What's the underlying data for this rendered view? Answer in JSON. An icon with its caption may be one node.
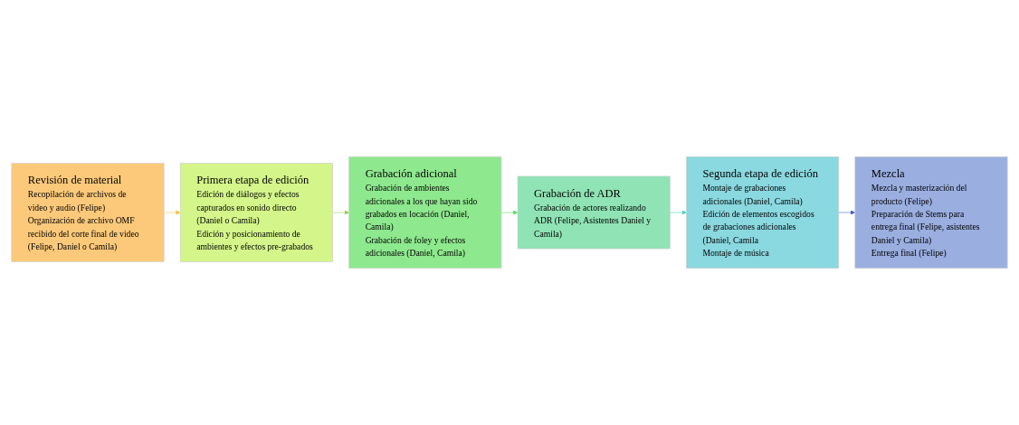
{
  "diagram": {
    "nodes": [
      {
        "text": [
          "Revisión de material",
          "Recopilación de archivos de video y audio (Felipe)",
          "Organización de archivo OMF recibido del corte final de video (Felipe, Daniel o Camila)"
        ]
      },
      {
        "text": [
          "Primera etapa de edición",
          "Edición de diálogos y efectos capturados en sonido directo (Daniel o Camila)",
          "Edición y posicionamiento de ambientes y efectos pre-grabados"
        ]
      },
      {
        "text": [
          "Grabación adicional",
          "Grabación de ambientes adicionales a los que hayan sido grabados en locación (Daniel, Camila)",
          "Grabación de foley y efectos adicionales (Daniel, Camila)"
        ]
      },
      {
        "text": [
          "Grabación de ADR",
          "Grabación de actores realizando ADR (Felipe, Asistentes Daniel y Camila)"
        ]
      },
      {
        "text": [
          "Segunda etapa de edición",
          "Montaje de grabaciones adicionales (Daniel, Camila)",
          "Edición de elementos escogidos de grabaciones adicionales (Daniel, Camila",
          "Montaje de música"
        ]
      },
      {
        "text": [
          "Mezcla",
          "Mezcla y masterización del producto (Felipe)",
          "Preparación de Stems para entrega final (Felipe, asistentes Daniel y Camila)",
          "Entrega final (Felipe)"
        ]
      }
    ],
    "edges": [
      {
        "from": 0,
        "to": 1,
        "arrow": "to",
        "color": "#f5c242"
      },
      {
        "from": 1,
        "to": 2,
        "arrow": "to",
        "color": "#8fd14f"
      },
      {
        "from": 2,
        "to": 3,
        "arrow": "to",
        "color": "#5fdc5f"
      },
      {
        "from": 3,
        "to": 4,
        "arrow": "to",
        "color": "#3fd6c0"
      },
      {
        "from": 4,
        "to": 5,
        "arrow": "to",
        "color": "#3f64c8"
      }
    ]
  }
}
